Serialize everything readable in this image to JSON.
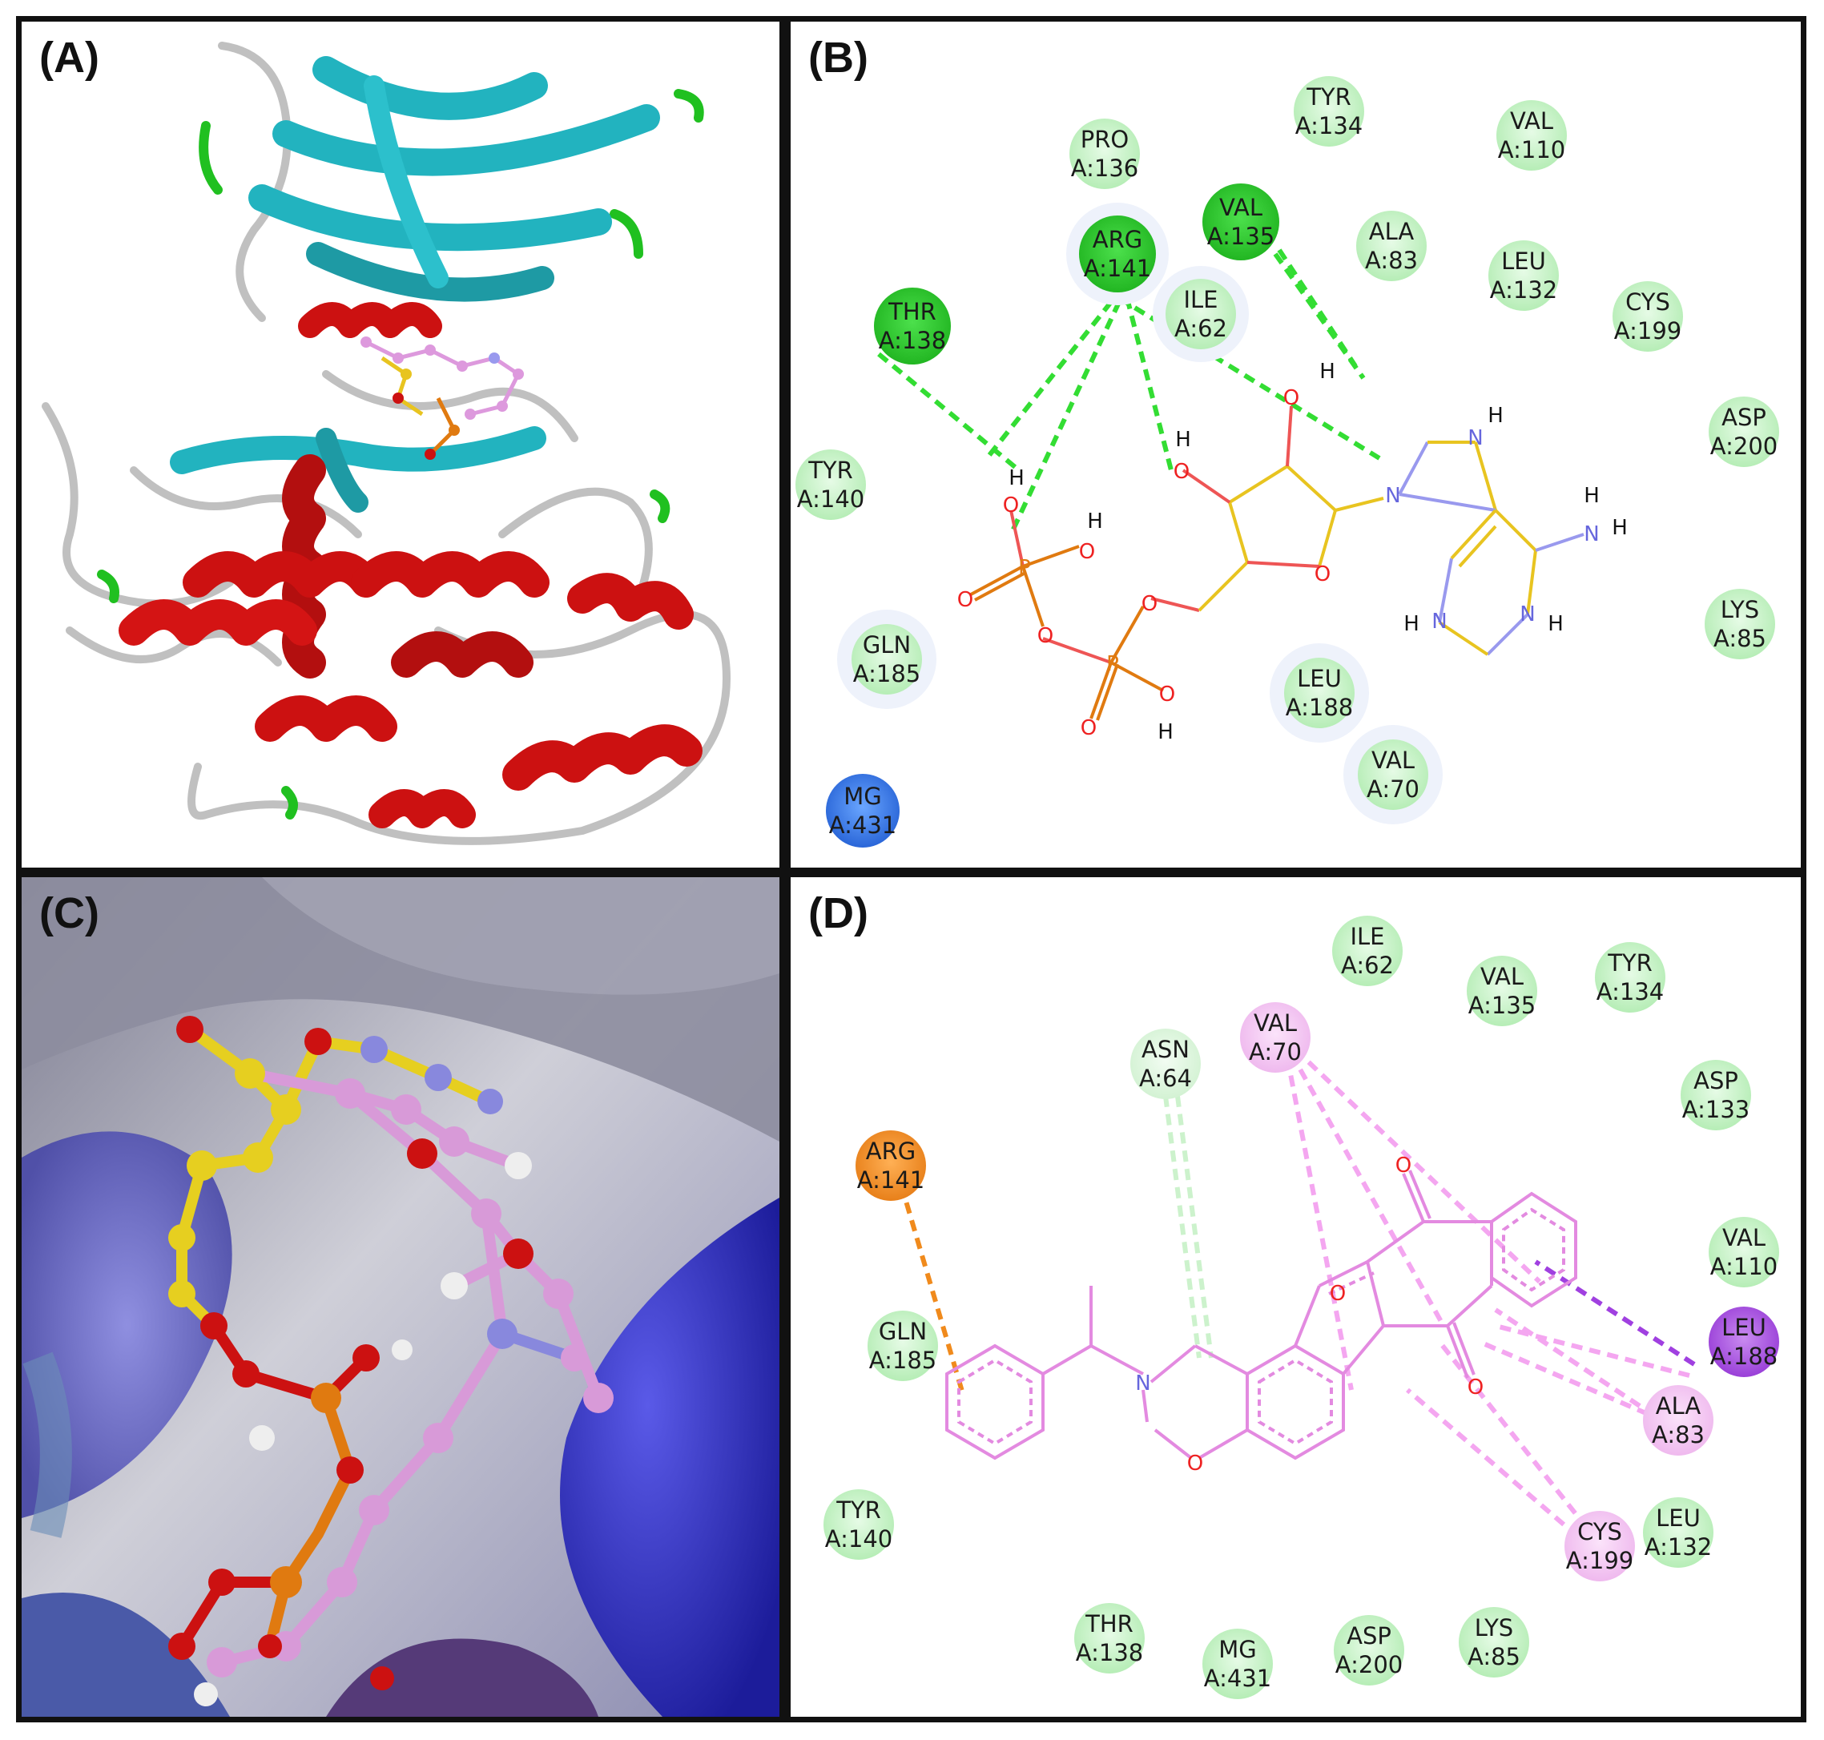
{
  "panels": {
    "a": {
      "label": "(A)"
    },
    "b": {
      "label": "(B)"
    },
    "c": {
      "label": "(C)"
    },
    "d": {
      "label": "(D)"
    }
  },
  "colors": {
    "conventional_hbond": "#33dd33",
    "pi_alkyl": "#f4a6f0",
    "pi_sigma": "#a040e0",
    "pi_cation": "#f08a1c",
    "carbon_hbond": "#d8f5d8",
    "van_der_waals": "#c7f2c7",
    "metal": "#3a7ee8",
    "helix": "#cc1111",
    "sheet": "#22b3bf",
    "turn": "#20c020",
    "coil": "#c0c0c0"
  },
  "b_residues": [
    {
      "name": "TYR",
      "id": "A:134",
      "type": "vdw"
    },
    {
      "name": "VAL",
      "id": "A:110",
      "type": "vdw"
    },
    {
      "name": "PRO",
      "id": "A:136",
      "type": "vdw"
    },
    {
      "name": "VAL",
      "id": "A:135",
      "type": "hbond"
    },
    {
      "name": "ALA",
      "id": "A:83",
      "type": "vdw"
    },
    {
      "name": "LEU",
      "id": "A:132",
      "type": "vdw"
    },
    {
      "name": "ARG",
      "id": "A:141",
      "type": "hbond"
    },
    {
      "name": "CYS",
      "id": "A:199",
      "type": "vdw"
    },
    {
      "name": "THR",
      "id": "A:138",
      "type": "hbond"
    },
    {
      "name": "ILE",
      "id": "A:62",
      "type": "vdw"
    },
    {
      "name": "ASP",
      "id": "A:200",
      "type": "vdw"
    },
    {
      "name": "TYR",
      "id": "A:140",
      "type": "vdw"
    },
    {
      "name": "LYS",
      "id": "A:85",
      "type": "vdw"
    },
    {
      "name": "GLN",
      "id": "A:185",
      "type": "vdw"
    },
    {
      "name": "LEU",
      "id": "A:188",
      "type": "vdw"
    },
    {
      "name": "VAL",
      "id": "A:70",
      "type": "vdw"
    },
    {
      "name": "MG",
      "id": "A:431",
      "type": "metal"
    }
  ],
  "b_atoms": {
    "h": "H",
    "o": "O",
    "p": "P",
    "n": "N"
  },
  "d_residues": [
    {
      "name": "ILE",
      "id": "A:62",
      "type": "vdw"
    },
    {
      "name": "VAL",
      "id": "A:135",
      "type": "vdw"
    },
    {
      "name": "TYR",
      "id": "A:134",
      "type": "vdw"
    },
    {
      "name": "ASN",
      "id": "A:64",
      "type": "chbond"
    },
    {
      "name": "VAL",
      "id": "A:70",
      "type": "pialkyl"
    },
    {
      "name": "ASP",
      "id": "A:133",
      "type": "vdw"
    },
    {
      "name": "ARG",
      "id": "A:141",
      "type": "pication"
    },
    {
      "name": "VAL",
      "id": "A:110",
      "type": "vdw"
    },
    {
      "name": "GLN",
      "id": "A:185",
      "type": "vdw"
    },
    {
      "name": "LEU",
      "id": "A:188",
      "type": "pisigma"
    },
    {
      "name": "ALA",
      "id": "A:83",
      "type": "pialkyl"
    },
    {
      "name": "TYR",
      "id": "A:140",
      "type": "vdw"
    },
    {
      "name": "CYS",
      "id": "A:199",
      "type": "pialkyl"
    },
    {
      "name": "LEU",
      "id": "A:132",
      "type": "vdw"
    },
    {
      "name": "THR",
      "id": "A:138",
      "type": "vdw"
    },
    {
      "name": "MG",
      "id": "A:431",
      "type": "vdw"
    },
    {
      "name": "ASP",
      "id": "A:200",
      "type": "vdw"
    },
    {
      "name": "LYS",
      "id": "A:85",
      "type": "vdw"
    }
  ],
  "d_atoms": {
    "o": "O",
    "n": "N"
  }
}
